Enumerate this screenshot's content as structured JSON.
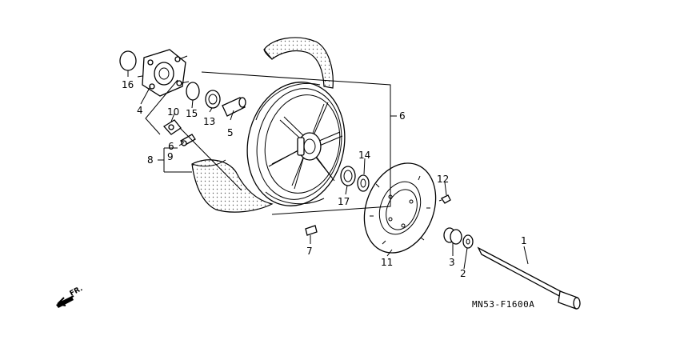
{
  "labels": {
    "p1": "1",
    "p2": "2",
    "p3": "3",
    "p4": "4",
    "p5": "5",
    "p6a": "6",
    "p6b": "6",
    "p7": "7",
    "p8": "8",
    "p9": "9",
    "p10": "10",
    "p11": "11",
    "p12": "12",
    "p13": "13",
    "p14": "14",
    "p15": "15",
    "p16": "16",
    "p17": "17"
  },
  "diagram_code": "MN53-F1600A",
  "direction_label": "FR."
}
